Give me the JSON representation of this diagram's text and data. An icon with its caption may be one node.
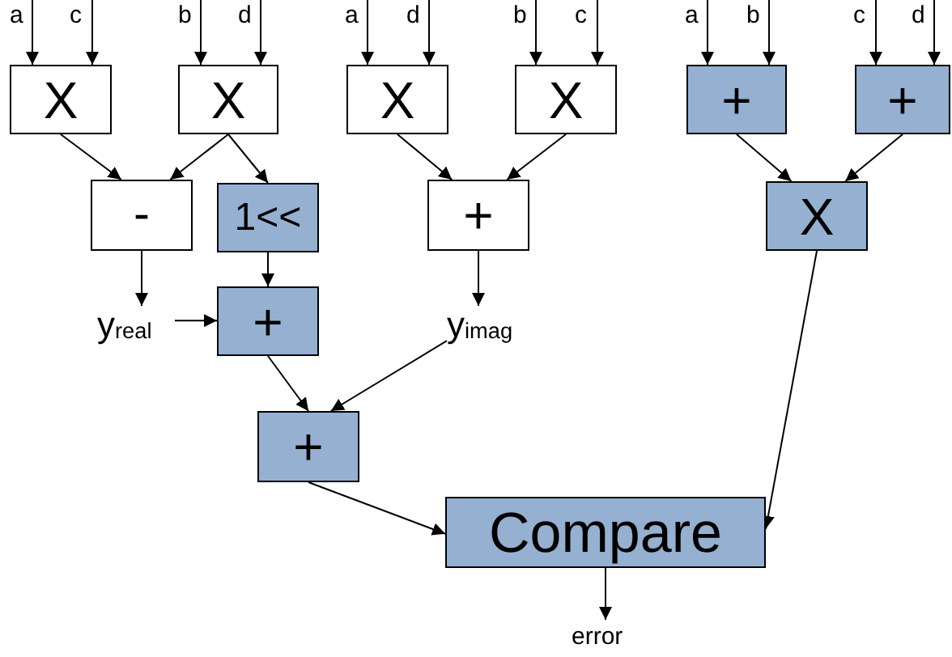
{
  "diagram": {
    "nodes": [
      {
        "text": [
          "a"
        ]
      },
      {
        "text": [
          "c"
        ]
      },
      {
        "text": [
          "b"
        ]
      },
      {
        "text": [
          "d"
        ]
      },
      {
        "text": [
          "a"
        ]
      },
      {
        "text": [
          "d"
        ]
      },
      {
        "text": [
          "b"
        ]
      },
      {
        "text": [
          "c"
        ]
      },
      {
        "text": [
          "a"
        ]
      },
      {
        "text": [
          "b"
        ]
      },
      {
        "text": [
          "c"
        ]
      },
      {
        "text": [
          "d"
        ]
      },
      {
        "text": [
          "X"
        ]
      },
      {
        "text": [
          "X"
        ]
      },
      {
        "text": [
          "X"
        ]
      },
      {
        "text": [
          "X"
        ]
      },
      {
        "text": [
          "+"
        ]
      },
      {
        "text": [
          "+"
        ]
      },
      {
        "text": [
          "-"
        ]
      },
      {
        "text": [
          "1<<"
        ]
      },
      {
        "text": [
          "+"
        ]
      },
      {
        "text": [
          "X"
        ]
      },
      {
        "text": [
          "+"
        ]
      },
      {
        "text": [
          "y$_{real}$"
        ]
      },
      {
        "text": [
          "y$_{imag}$"
        ]
      },
      {
        "text": [
          "+"
        ]
      },
      {
        "text": [
          "Compare"
        ]
      },
      {
        "text": [
          "error"
        ]
      }
    ],
    "edges": [
      {
        "from": 0,
        "to": 12,
        "arrow": "to"
      },
      {
        "from": 1,
        "to": 12,
        "arrow": "to"
      },
      {
        "from": 2,
        "to": 13,
        "arrow": "to"
      },
      {
        "from": 3,
        "to": 13,
        "arrow": "to"
      },
      {
        "from": 4,
        "to": 14,
        "arrow": "to"
      },
      {
        "from": 5,
        "to": 14,
        "arrow": "to"
      },
      {
        "from": 6,
        "to": 15,
        "arrow": "to"
      },
      {
        "from": 7,
        "to": 15,
        "arrow": "to"
      },
      {
        "from": 8,
        "to": 16,
        "arrow": "to"
      },
      {
        "from": 9,
        "to": 16,
        "arrow": "to"
      },
      {
        "from": 10,
        "to": 17,
        "arrow": "to"
      },
      {
        "from": 11,
        "to": 17,
        "arrow": "to"
      },
      {
        "from": 12,
        "to": 18,
        "arrow": "to"
      },
      {
        "from": 13,
        "to": 18,
        "arrow": "to"
      },
      {
        "from": 13,
        "to": 19,
        "arrow": "to"
      },
      {
        "from": 14,
        "to": 20,
        "arrow": "to"
      },
      {
        "from": 15,
        "to": 20,
        "arrow": "to"
      },
      {
        "from": 16,
        "to": 21,
        "arrow": "to"
      },
      {
        "from": 17,
        "to": 21,
        "arrow": "to"
      },
      {
        "from": 18,
        "to": 23,
        "arrow": "to"
      },
      {
        "from": 19,
        "to": 22,
        "arrow": "to"
      },
      {
        "from": 23,
        "to": 22,
        "arrow": "to"
      },
      {
        "from": 20,
        "to": 24,
        "arrow": "to"
      },
      {
        "from": 22,
        "to": 25,
        "arrow": "to"
      },
      {
        "from": 24,
        "to": 25,
        "arrow": "to"
      },
      {
        "from": 25,
        "to": 26,
        "arrow": "to"
      },
      {
        "from": 21,
        "to": 26,
        "arrow": "to"
      },
      {
        "from": 26,
        "to": 27,
        "arrow": "to"
      }
    ]
  }
}
